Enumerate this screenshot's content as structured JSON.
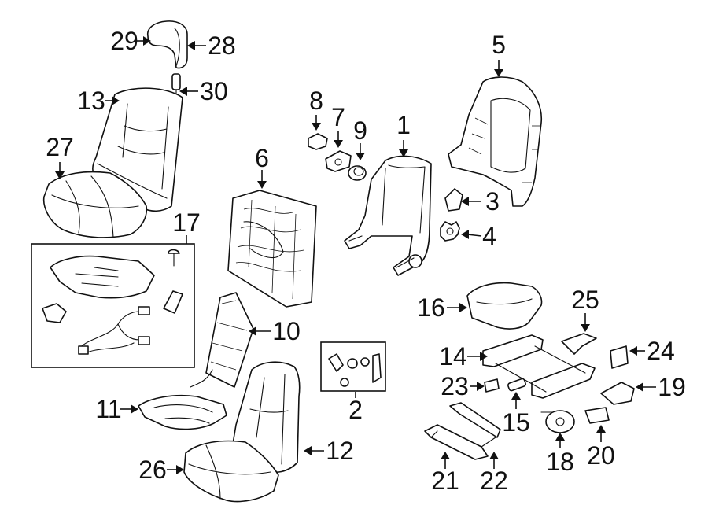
{
  "diagram": {
    "callouts": [
      {
        "id": "c1",
        "label": "1"
      },
      {
        "id": "c2",
        "label": "2"
      },
      {
        "id": "c3",
        "label": "3"
      },
      {
        "id": "c4",
        "label": "4"
      },
      {
        "id": "c5",
        "label": "5"
      },
      {
        "id": "c6",
        "label": "6"
      },
      {
        "id": "c7",
        "label": "7"
      },
      {
        "id": "c8",
        "label": "8"
      },
      {
        "id": "c9",
        "label": "9"
      },
      {
        "id": "c10",
        "label": "10"
      },
      {
        "id": "c11",
        "label": "11"
      },
      {
        "id": "c12",
        "label": "12"
      },
      {
        "id": "c13",
        "label": "13"
      },
      {
        "id": "c14",
        "label": "14"
      },
      {
        "id": "c15",
        "label": "15"
      },
      {
        "id": "c16",
        "label": "16"
      },
      {
        "id": "c17",
        "label": "17"
      },
      {
        "id": "c18",
        "label": "18"
      },
      {
        "id": "c19",
        "label": "19"
      },
      {
        "id": "c20",
        "label": "20"
      },
      {
        "id": "c21",
        "label": "21"
      },
      {
        "id": "c22",
        "label": "22"
      },
      {
        "id": "c23",
        "label": "23"
      },
      {
        "id": "c24",
        "label": "24"
      },
      {
        "id": "c25",
        "label": "25"
      },
      {
        "id": "c26",
        "label": "26"
      },
      {
        "id": "c27",
        "label": "27"
      },
      {
        "id": "c28",
        "label": "28"
      },
      {
        "id": "c29",
        "label": "29"
      },
      {
        "id": "c30",
        "label": "30"
      }
    ]
  }
}
